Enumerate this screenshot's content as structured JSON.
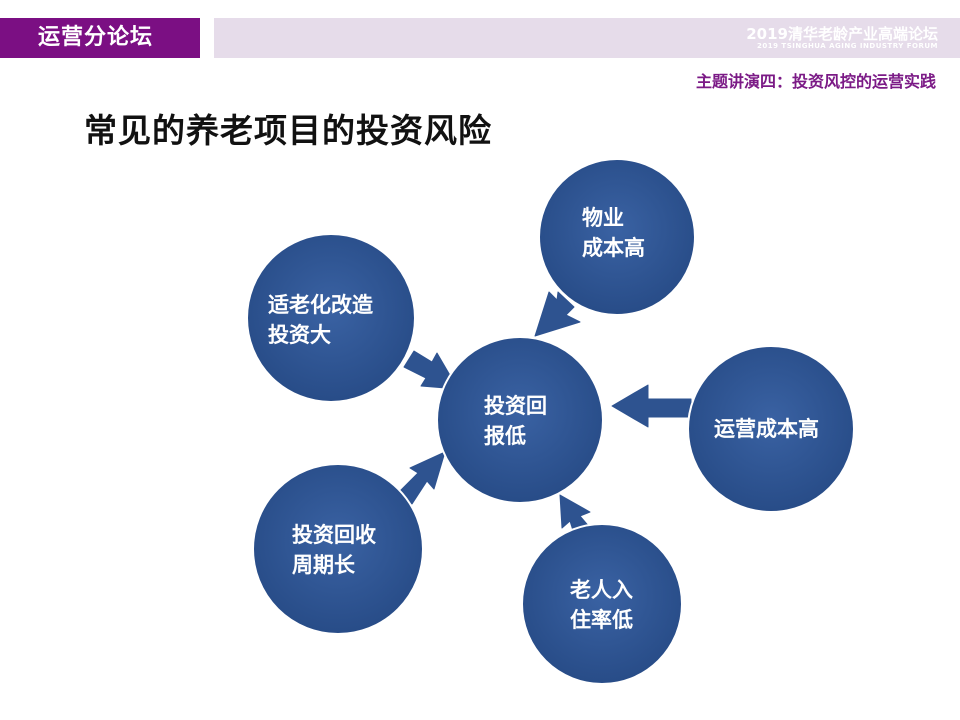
{
  "header": {
    "section_tab": "运营分论坛",
    "forum_title": "2019清华老龄产业高端论坛",
    "forum_subtitle": "2019 TSINGHUA AGING INDUSTRY FORUM",
    "talk_title": "主题讲演四：投资风控的运营实践"
  },
  "slide": {
    "title": "常见的养老项目的投资风险"
  },
  "diagram": {
    "center": "投资回\n报低",
    "nodes": [
      {
        "id": "property",
        "label": "物业\n成本高"
      },
      {
        "id": "operation",
        "label": "运营成本高"
      },
      {
        "id": "occupancy",
        "label": "老人入\n住率低"
      },
      {
        "id": "payback",
        "label": "投资回收\n周期长"
      },
      {
        "id": "renovation",
        "label": "适老化改造\n投资大"
      }
    ],
    "colors": {
      "circle": "#2e5390",
      "circle_edge": "#ffffff",
      "arrow": "#2e5390"
    }
  }
}
